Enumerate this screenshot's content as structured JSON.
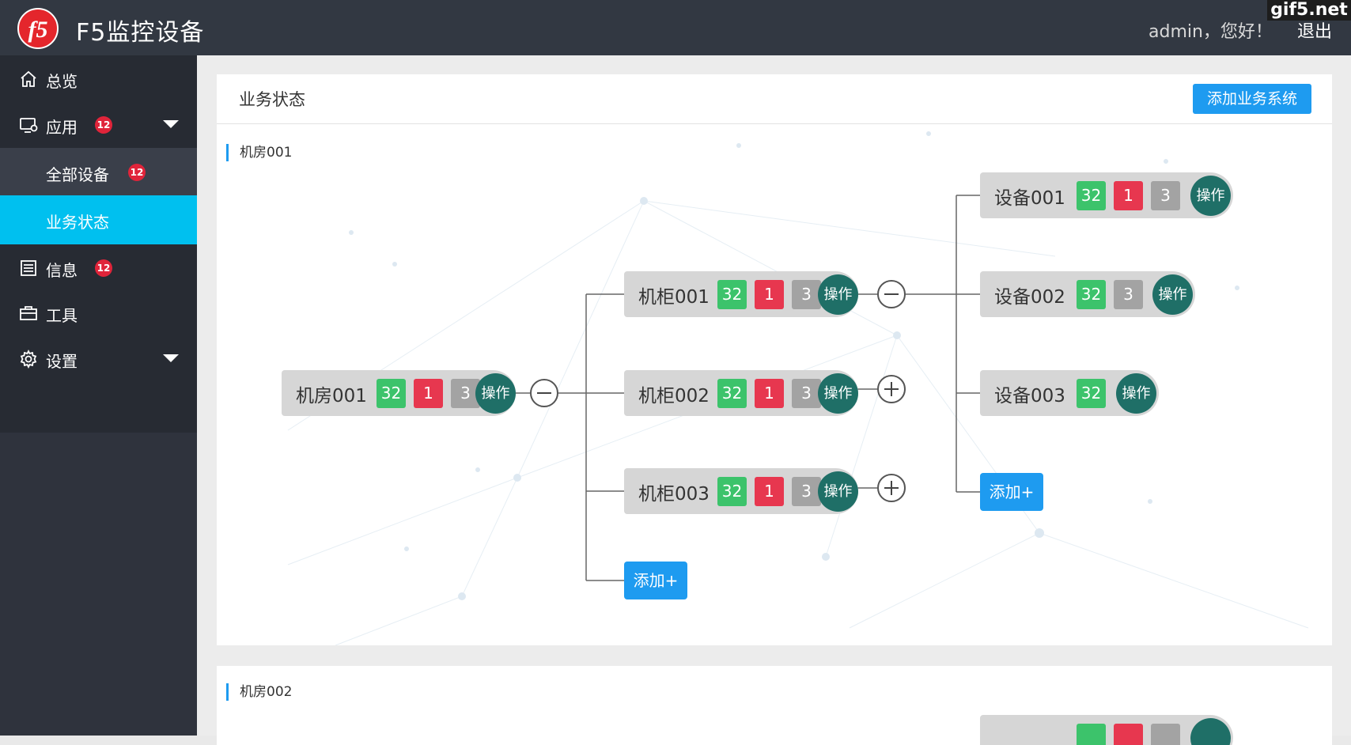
{
  "header": {
    "title": "F5监控设备",
    "greeting": "admin，您好！",
    "logout": "退出",
    "watermark": "gif5.net",
    "logo_text": "f5"
  },
  "sidebar": {
    "items": [
      {
        "label": "总览",
        "icon": "home-icon"
      },
      {
        "label": "应用",
        "icon": "monitor-icon",
        "badge": "12",
        "expanded": true
      },
      {
        "label": "全部设备",
        "badge": "12"
      },
      {
        "label": "业务状态",
        "active": true
      },
      {
        "label": "信息",
        "icon": "list-icon",
        "badge": "12"
      },
      {
        "label": "工具",
        "icon": "toolbox-icon"
      },
      {
        "label": "设置",
        "icon": "gear-icon"
      }
    ]
  },
  "main": {
    "panel_title": "业务状态",
    "add_system": "添加业务系统",
    "sections": [
      "机房001",
      "机房002"
    ],
    "root": {
      "label": "机房001",
      "green": "32",
      "red": "1",
      "gray": "3",
      "op": "操作"
    },
    "cabinets": [
      {
        "label": "机柜001",
        "green": "32",
        "red": "1",
        "gray": "3",
        "op": "操作"
      },
      {
        "label": "机柜002",
        "green": "32",
        "red": "1",
        "gray": "3",
        "op": "操作"
      },
      {
        "label": "机柜003",
        "green": "32",
        "red": "1",
        "gray": "3",
        "op": "操作"
      }
    ],
    "devices": [
      {
        "label": "设备001",
        "green": "32",
        "red": "1",
        "gray": "3",
        "op": "操作"
      },
      {
        "label": "设备002",
        "green": "32",
        "gray": "3",
        "op": "操作"
      },
      {
        "label": "设备003",
        "green": "32",
        "op": "操作"
      }
    ],
    "add_label": "添加+"
  },
  "colors": {
    "header": "#323842",
    "sidebar": "#2f333d",
    "active": "#00c0ef",
    "primary": "#1e9bf0",
    "green": "#3cc36b",
    "red": "#e7374f",
    "gray": "#a3a3a3",
    "op": "#1f6f67"
  }
}
